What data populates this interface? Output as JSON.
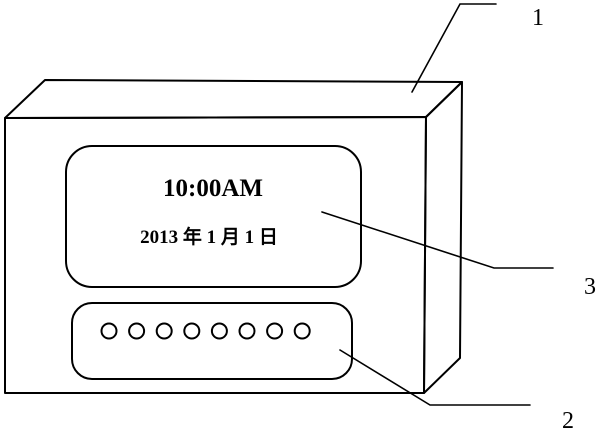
{
  "display": {
    "time": "10:00AM",
    "date": "2013 年 1 月 1 日"
  },
  "keypad": {
    "button_count": 8
  },
  "callouts": {
    "housing": "1",
    "keypad": "2",
    "display": "3"
  }
}
